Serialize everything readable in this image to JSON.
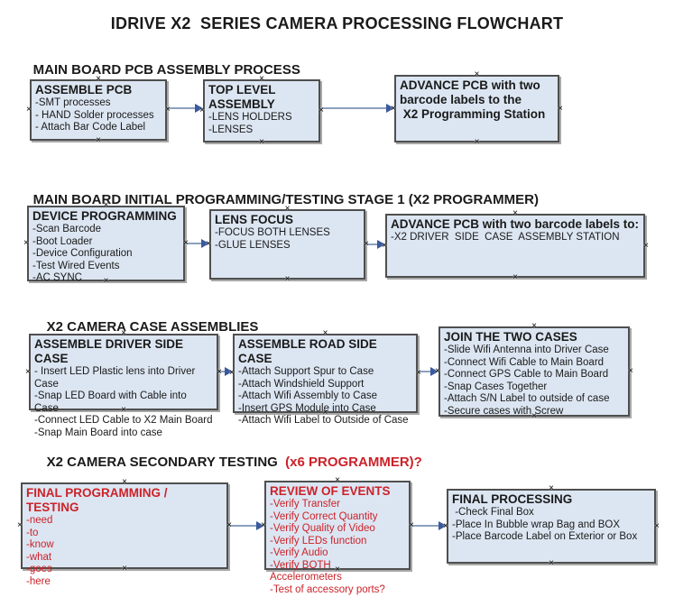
{
  "title": "IDRIVE X2  SERIES CAMERA PROCESSING FLOWCHART",
  "colors": {
    "box_fill": "#dce6f2",
    "box_border": "#4f4f4f",
    "red_text": "#cc2229",
    "arrow_line": "#8ca0be",
    "arrow_head": "#3a5a9c"
  },
  "icons": {
    "connection_point": "×"
  },
  "sections": [
    {
      "label": "MAIN BOARD PCB ASSEMBLY PROCESS",
      "label2": "",
      "boxes": [
        {
          "title": "ASSEMBLE PCB",
          "lines": [
            "-SMT processes",
            "- HAND Solder processes",
            "- Attach Bar Code Label"
          ]
        },
        {
          "title": "TOP LEVEL ASSEMBLY",
          "lines": [
            "-LENS HOLDERS",
            "-LENSES"
          ]
        },
        {
          "title": "ADVANCE PCB with two barcode labels to the\n X2 Programming Station",
          "lines": []
        }
      ]
    },
    {
      "label": "MAIN BOARD INITIAL PROGRAMMING/TESTING STAGE 1 (X2 PROGRAMMER)",
      "label2": "",
      "boxes": [
        {
          "title": "DEVICE PROGRAMMING",
          "lines": [
            "-Scan Barcode",
            "-Boot Loader",
            "-Device Configuration",
            "-Test Wired Events",
            "-AC SYNC"
          ]
        },
        {
          "title": "LENS FOCUS",
          "lines": [
            "-FOCUS BOTH LENSES",
            "-GLUE LENSES"
          ]
        },
        {
          "title": "ADVANCE PCB with two barcode labels to:",
          "lines": [
            "-X2 DRIVER  SIDE  CASE  ASSEMBLY STATION"
          ]
        }
      ]
    },
    {
      "label": "X2 CAMERA CASE ASSEMBLIES",
      "label2": "",
      "boxes": [
        {
          "title": "ASSEMBLE DRIVER SIDE CASE",
          "lines": [
            "- Insert LED Plastic lens into Driver Case",
            "-Snap LED Board with Cable into Case",
            "-Connect LED Cable to X2 Main Board",
            "-Snap Main Board into case"
          ]
        },
        {
          "title": "ASSEMBLE ROAD SIDE CASE",
          "lines": [
            "-Attach Support Spur to Case",
            "-Attach Windshield Support",
            "-Attach Wifi Assembly to Case",
            "-Insert GPS Module into Case",
            "-Attach Wifi Label to Outside of Case"
          ]
        },
        {
          "title": "JOIN THE TWO CASES",
          "lines": [
            "-Slide Wifi Antenna into Driver Case",
            "-Connect Wifi Cable to Main Board",
            "-Connect GPS Cable to Main Board",
            "-Snap Cases Together",
            "-Attach S/N Label to outside of case",
            "-Secure cases with Screw"
          ]
        }
      ]
    },
    {
      "label": "X2 CAMERA SECONDARY TESTING ",
      "label2": " (x6 PROGRAMMER)?",
      "boxes": [
        {
          "title": "FINAL PROGRAMMING / TESTING",
          "lines": [
            "-need",
            "-to",
            "-know",
            "-what",
            "-goes",
            "-here"
          ]
        },
        {
          "title": "REVIEW OF EVENTS",
          "lines": [
            "-Verify Transfer",
            "-Verify Correct Quantity",
            "-Verify Quality of Video",
            "-Verify LEDs function",
            "-Verify Audio",
            "-Verify BOTH Accelerometers",
            "-Test of accessory ports?"
          ]
        },
        {
          "title": "FINAL PROCESSING",
          "lines": [
            " -Check Final Box",
            "-Place In Bubble wrap Bag and BOX",
            "-Place Barcode Label on Exterior or Box"
          ]
        }
      ]
    }
  ]
}
